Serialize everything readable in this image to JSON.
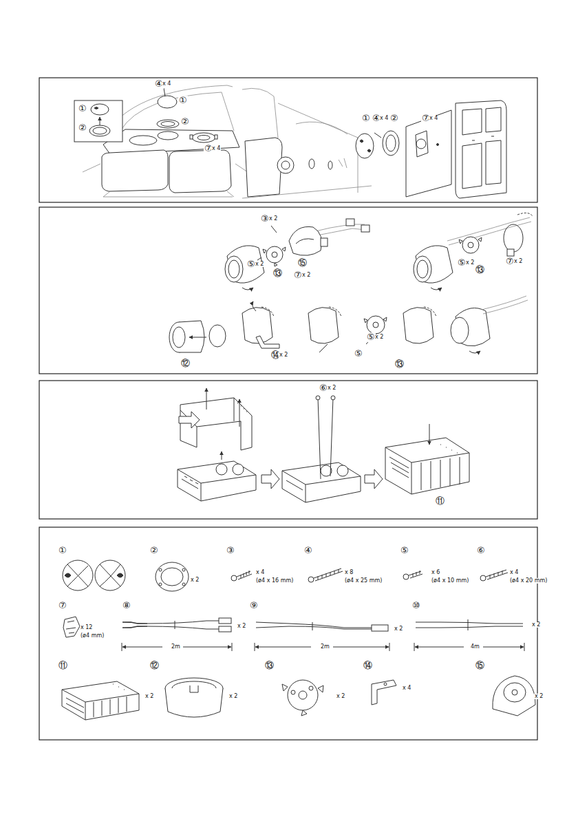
{
  "diagram": {
    "labels": [
      "①",
      "②",
      "④",
      "x 4",
      "①",
      "②",
      "⑦",
      "x 4",
      "①",
      "④",
      "x 4",
      "②",
      "⑦",
      "x 4",
      "③",
      "x 2",
      "⑮",
      "⑦",
      "x 2",
      "⑤",
      "x 2",
      "⑬",
      "⑦",
      "x 2",
      "⑤",
      "x 2",
      "⑬",
      "⑫",
      "⑭",
      "x 2",
      "⑤",
      "⑤",
      "x 2",
      "⑬",
      "⑥",
      "x 2",
      "⑪",
      "①",
      "②",
      "x 2",
      "③",
      "x 4",
      "(ø4 x 16 mm)",
      "④",
      "x 8",
      "(ø4 x 25 mm)",
      "⑤",
      "x 6",
      "(ø4 x 10 mm)",
      "⑥",
      "x 4",
      "(ø4 x 20 mm)",
      "⑦",
      "x 12",
      "(ø4 mm)",
      "⑧",
      "x 2",
      "2m",
      "⑨",
      "x 2",
      "2m",
      "⑩",
      "x 2",
      "4m",
      "⑪",
      "x 2",
      "⑫",
      "x 2",
      "⑬",
      "x 2",
      "⑭",
      "x 4",
      "⑮",
      "x 2"
    ]
  }
}
